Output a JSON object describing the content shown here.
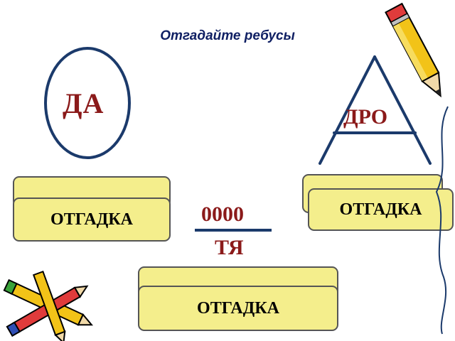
{
  "title": "Отгадайте ребусы",
  "rebus_oval": {
    "text": "ДА"
  },
  "rebus_triangle": {
    "text": "ДРО"
  },
  "rebus_fraction": {
    "numerator": "0000",
    "denominator": "ТЯ"
  },
  "answer_cards": [
    {
      "label": "ОТГАДКА"
    },
    {
      "label": "ОТГАДКА"
    },
    {
      "label": "ОТГАДКА"
    }
  ],
  "colors": {
    "title": "#0f1f63",
    "rebus_text": "#8b1a1a",
    "outline": "#1b3a6b",
    "card_fill": "#f4ee8c"
  },
  "icons": [
    "pencil-icon",
    "pencils-icon"
  ]
}
